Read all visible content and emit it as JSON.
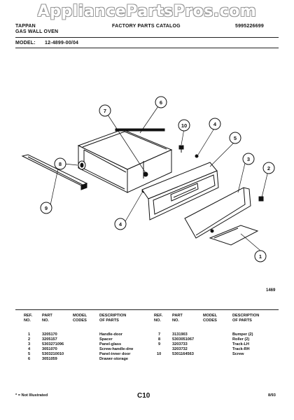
{
  "watermark": "AppliancePartsPros.com",
  "header": {
    "brand": "TAPPAN",
    "product": "GAS WALL OVEN",
    "catalog": "FACTORY PARTS CATALOG",
    "doc_number": "5995226699",
    "model_label": "MODEL:",
    "model_value": "12-4899-00/04"
  },
  "diagram": {
    "callouts": [
      "7",
      "6",
      "10",
      "4",
      "5",
      "3",
      "2",
      "8",
      "9",
      "4",
      "1"
    ],
    "figure_number": "1469"
  },
  "table_headers": {
    "ref": [
      "REF.",
      "NO."
    ],
    "part": [
      "PART",
      "NO."
    ],
    "model": [
      "MODEL",
      "CODES"
    ],
    "desc": [
      "DESCRIPTION",
      "OF PARTS"
    ]
  },
  "parts_left": [
    {
      "ref": "1",
      "part": "3205170",
      "desc": "Handle-door"
    },
    {
      "ref": "2",
      "part": "3205157",
      "desc": "Spacer"
    },
    {
      "ref": "3",
      "part": "5303271096",
      "desc": "Panel-glass"
    },
    {
      "ref": "4",
      "part": "3051070",
      "desc": "Screw-handle-drw"
    },
    {
      "ref": "5",
      "part": "5303210010",
      "desc": "Panel-inner door"
    },
    {
      "ref": "6",
      "part": "3051059",
      "desc": "Drawer-storage"
    }
  ],
  "parts_right": [
    {
      "ref": "7",
      "part": "3131903",
      "desc": "Bumper (2)"
    },
    {
      "ref": "8",
      "part": "5303051067",
      "desc": "Roller (2)"
    },
    {
      "ref": "9",
      "part": "3203733",
      "desc": "Track-LH"
    },
    {
      "ref": "",
      "part": "3203732",
      "desc": "Track-RH"
    },
    {
      "ref": "10",
      "part": "5301164563",
      "desc": "Screw"
    }
  ],
  "footer": {
    "note": "* = Not Illustrated",
    "page": "C10",
    "date": "8/93"
  }
}
